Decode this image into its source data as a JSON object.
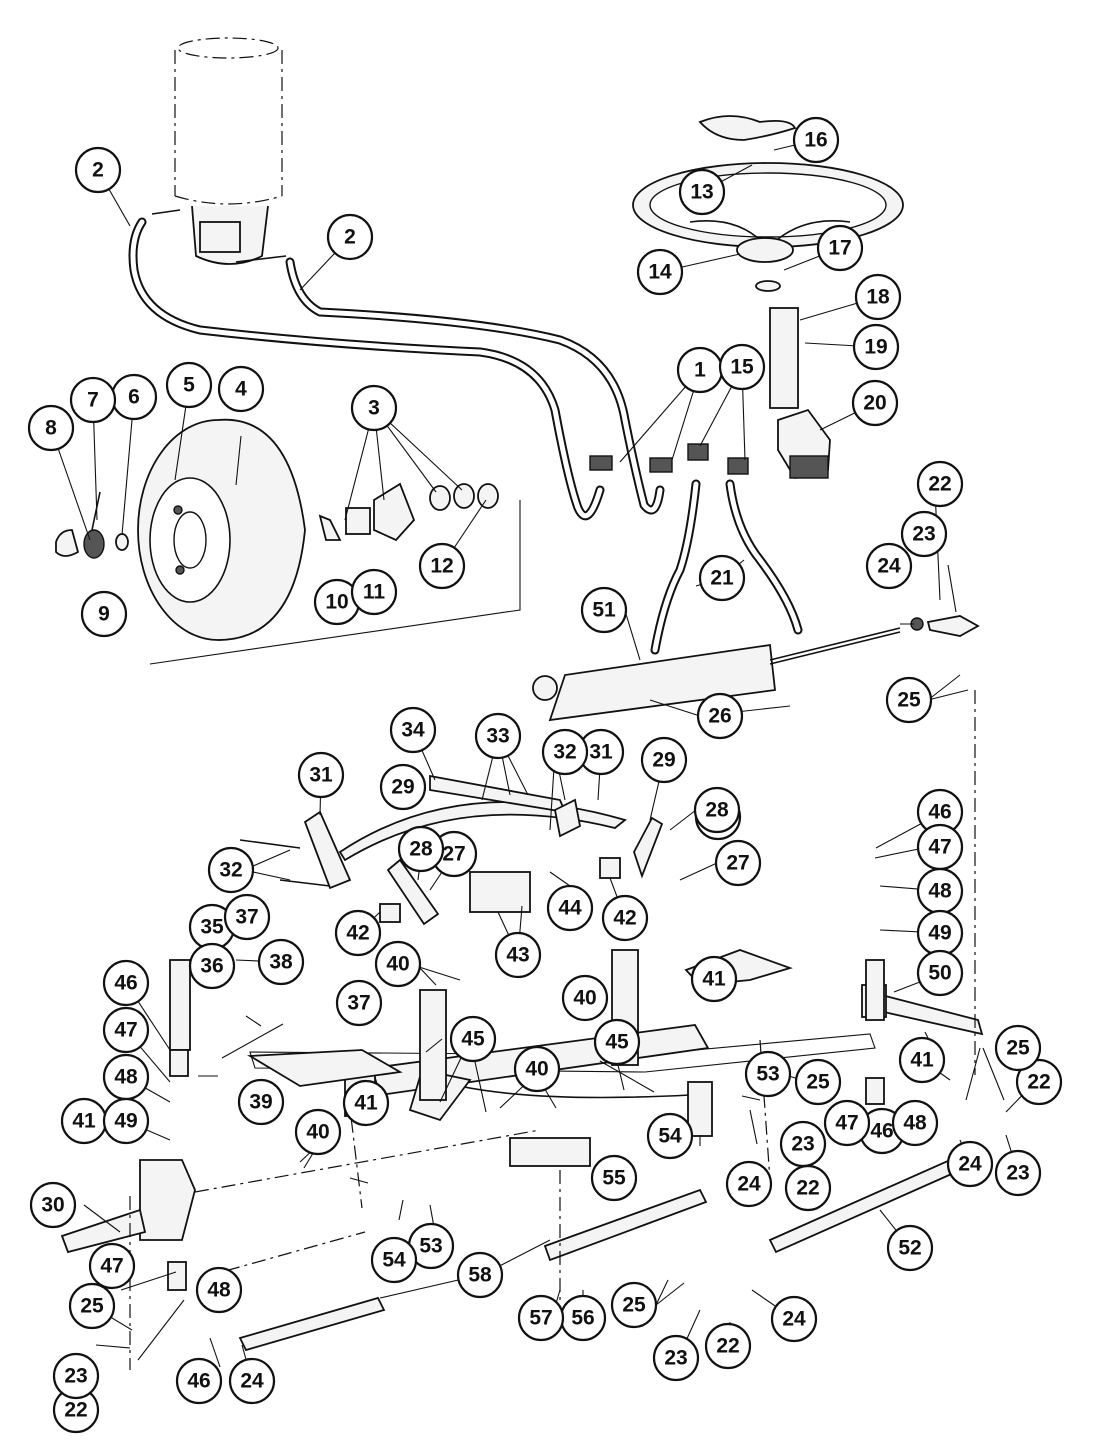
{
  "callouts": [
    "1",
    "2",
    "3",
    "4",
    "5",
    "6",
    "7",
    "8",
    "9",
    "10",
    "11",
    "12",
    "13",
    "14",
    "15",
    "16",
    "17",
    "18",
    "19",
    "20",
    "21",
    "22",
    "23",
    "24",
    "25",
    "26",
    "27",
    "28",
    "29",
    "30",
    "31",
    "32",
    "33",
    "34",
    "35",
    "36",
    "37",
    "38",
    "39",
    "40",
    "41",
    "42",
    "43",
    "44",
    "45",
    "46",
    "47",
    "48",
    "49",
    "50",
    "51",
    "52",
    "53",
    "54",
    "55",
    "56",
    "57",
    "58"
  ],
  "icons": {
    "pump": "hydraulic-pump-icon",
    "wheel": "front-wheel-icon",
    "steering_wheel": "steering-wheel-icon",
    "cylinder": "steering-cylinder-icon",
    "axle": "front-axle-icon"
  }
}
